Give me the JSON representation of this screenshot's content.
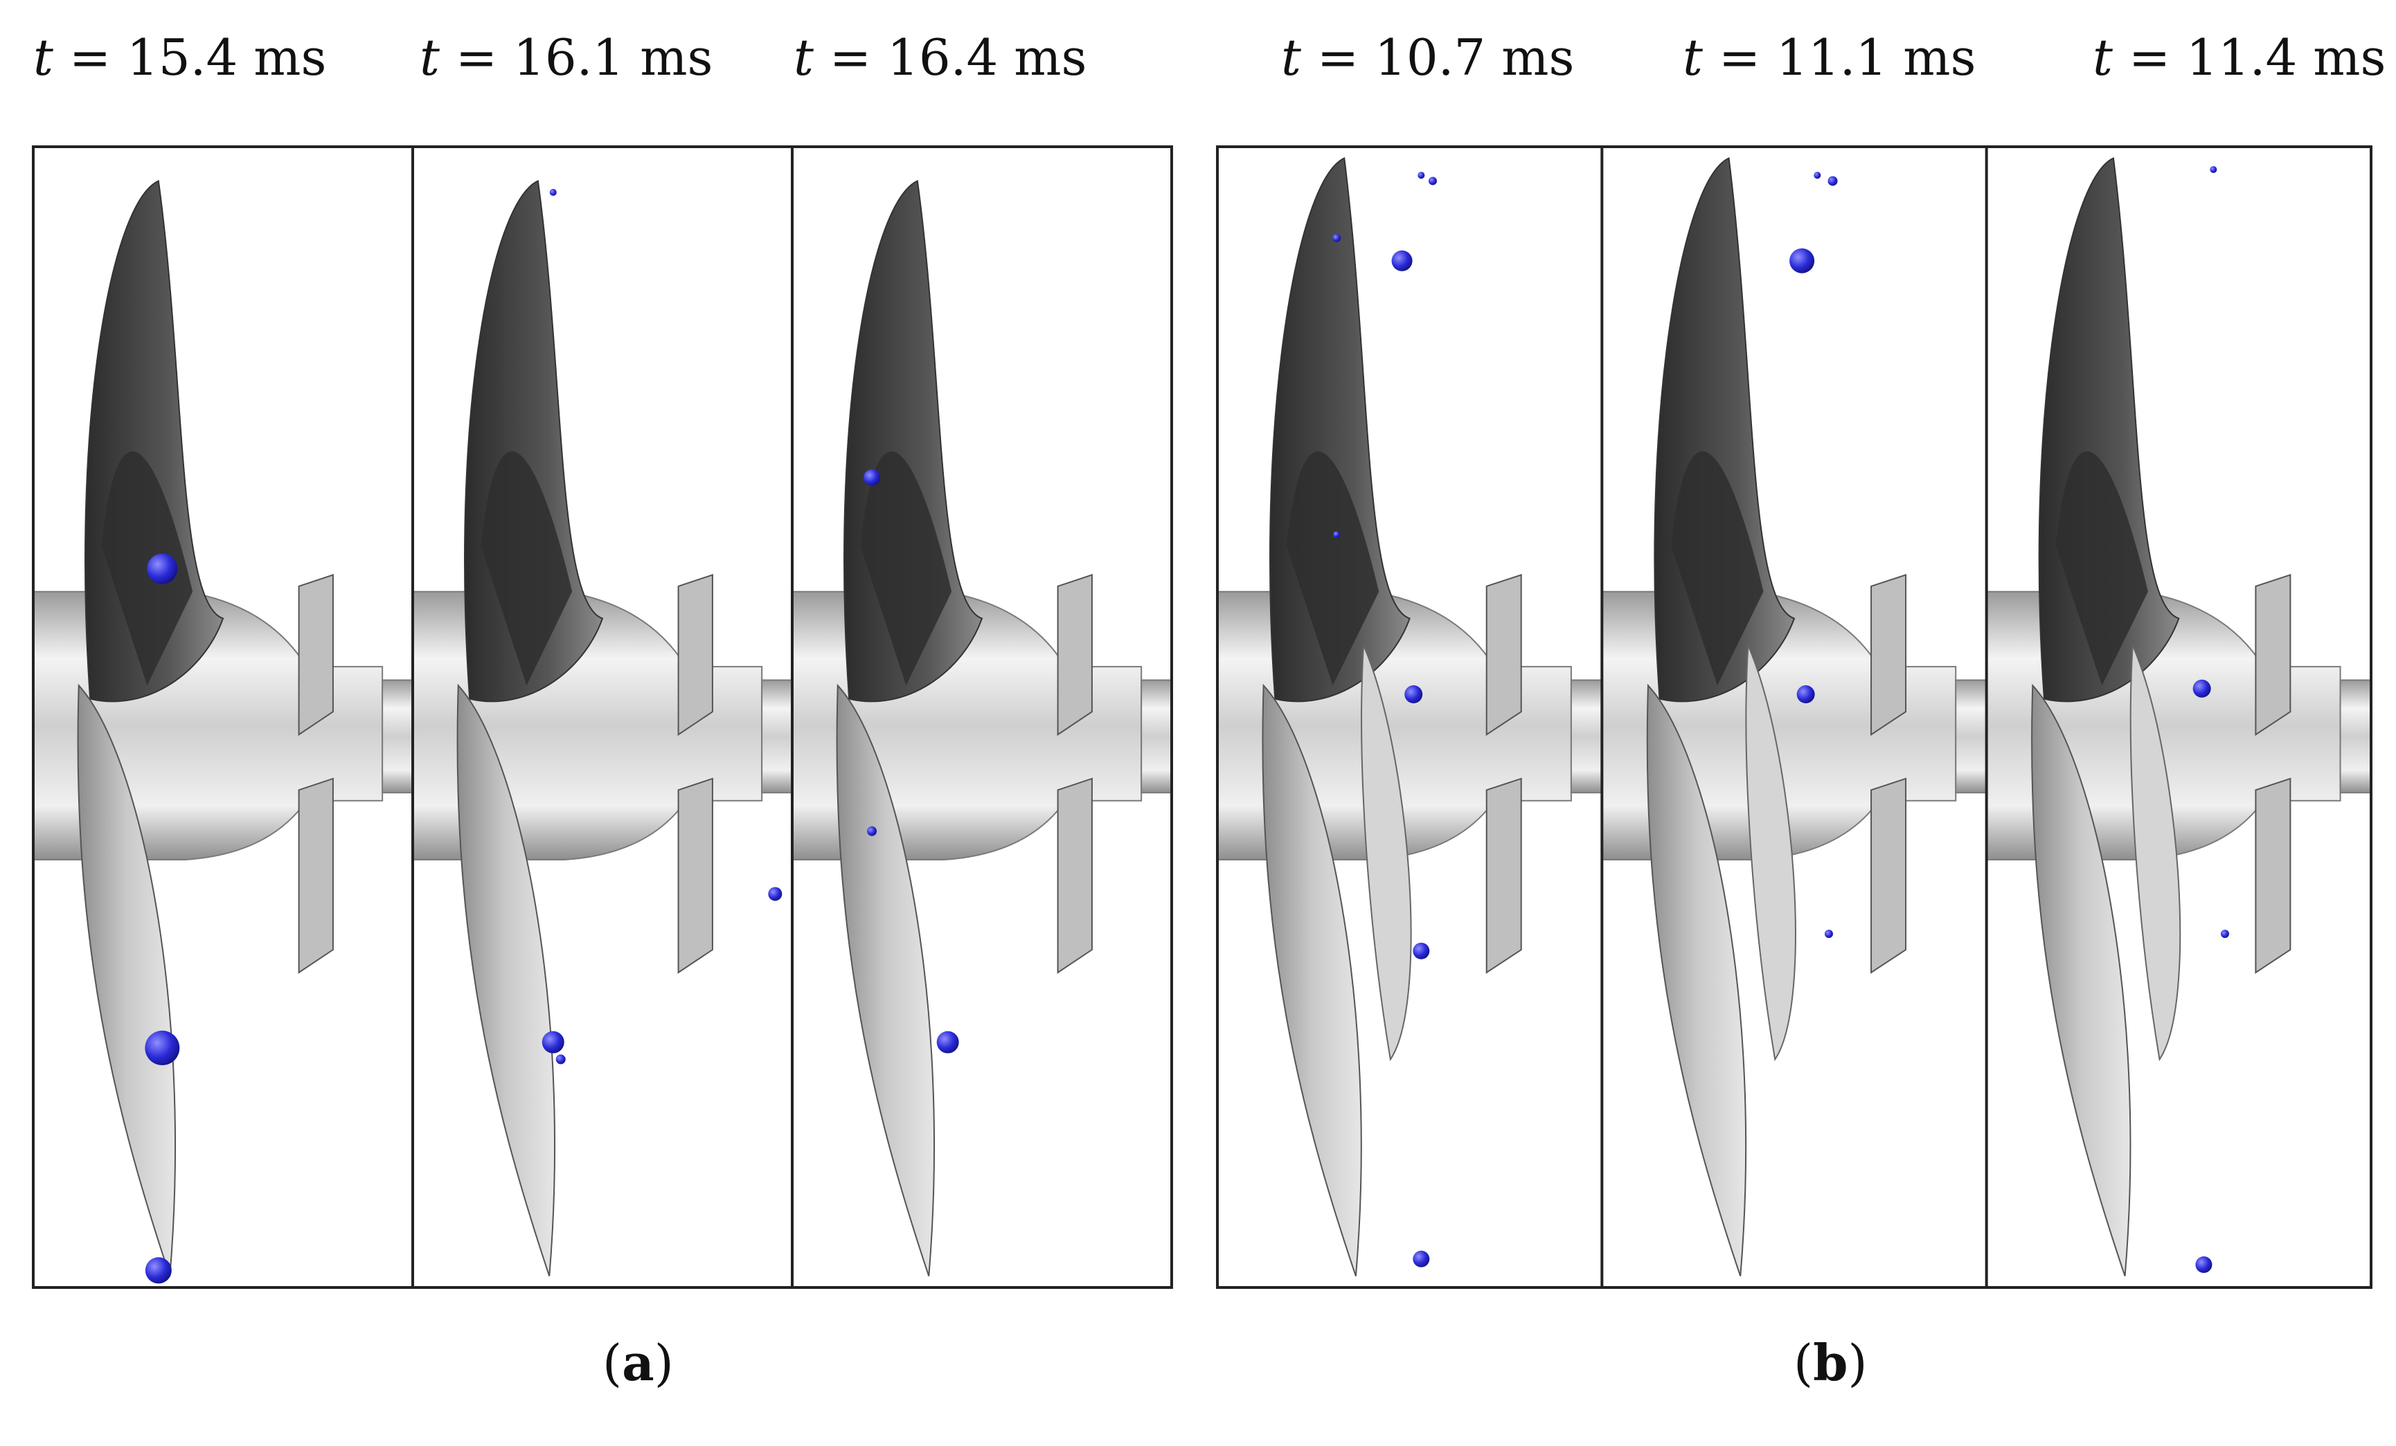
{
  "groups": [
    {
      "caption_letter": "a",
      "panels": [
        {
          "time_var": "t",
          "time_value": "= 15.4 ms"
        },
        {
          "time_var": "t",
          "time_value": "= 16.1 ms"
        },
        {
          "time_var": "t",
          "time_value": "= 16.4 ms"
        }
      ]
    },
    {
      "caption_letter": "b",
      "panels": [
        {
          "time_var": "t",
          "time_value": "= 10.7 ms"
        },
        {
          "time_var": "t",
          "time_value": "= 11.1 ms"
        },
        {
          "time_var": "t",
          "time_value": "= 11.4 ms"
        }
      ]
    }
  ],
  "colors": {
    "bubble": "#2a2ad8",
    "blade_dark": "#3a3a3a",
    "blade_light": "#bdbdbd",
    "hub": "#d9d9d9"
  }
}
